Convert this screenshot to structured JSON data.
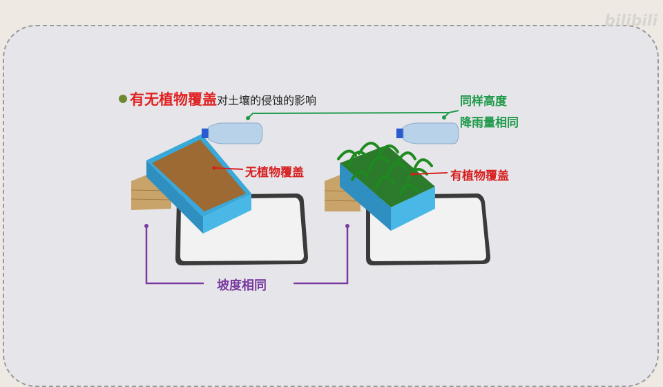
{
  "title": {
    "highlight": "有无植物覆盖",
    "rest": "对土壤的侵蚀的影响"
  },
  "labels": {
    "same_height": "同样高度",
    "same_rain": "降雨量相同",
    "no_plants": "无植物覆盖",
    "with_plants": "有植物覆盖",
    "same_slope": "坡度相同"
  },
  "watermark": "bilibili",
  "colors": {
    "red": "#d81e1e",
    "green": "#1f9a4a",
    "purple": "#7a3aa0",
    "box": "#3aa8d8"
  }
}
